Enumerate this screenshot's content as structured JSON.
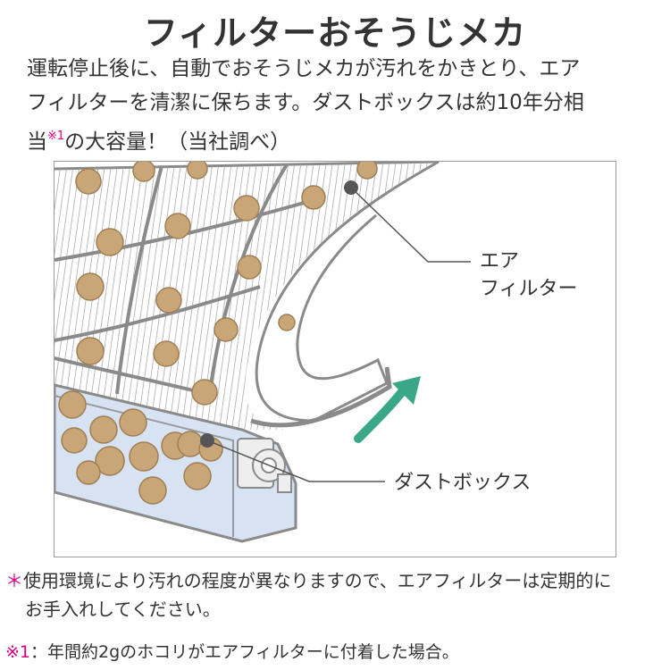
{
  "title": "フィルターおそうじメカ",
  "intro": {
    "line1": "運転停止後に、自動でおそうじメカが汚れをかきとり、エア",
    "line2": "フィルターを清潔に保ちます。ダストボックスは約10年分相",
    "line3_prefix": "当",
    "footnote_ref": "※1",
    "line3_suffix": "の大容量！（当社調べ）"
  },
  "illustration": {
    "callouts": [
      {
        "line1": "エア",
        "line2": "フィルター"
      },
      {
        "line1": "ダストボックス"
      }
    ],
    "colors": {
      "dust": "#c9a678",
      "dust_outline": "#a07f55",
      "filter_line": "#888888",
      "box_fill": "#d7e3f2",
      "arrow": "#3aa888"
    }
  },
  "notes": {
    "caution_mark": "＊",
    "caution_line1": "使用環境により汚れの程度が異なりますので、エアフィルターは定期的に",
    "caution_line2": "お手入れしてください。",
    "footnote_mark": "※1",
    "footnote_text": "：年間約2gのホコリがエアフィルターに付着した場合。"
  }
}
